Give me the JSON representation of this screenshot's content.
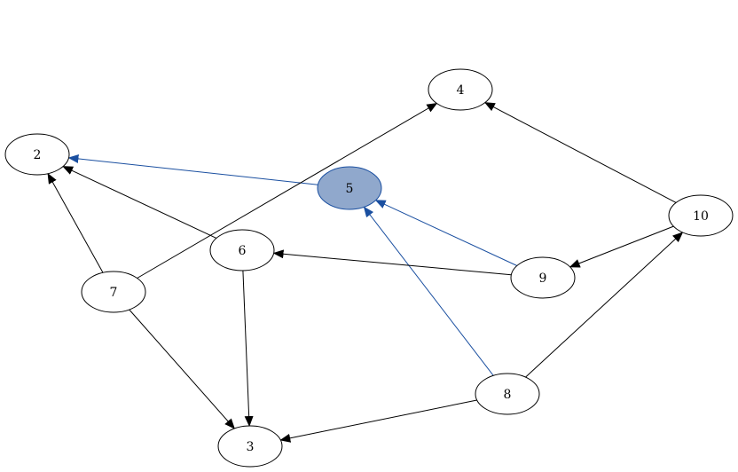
{
  "graph": {
    "colors": {
      "node_fill": "#ffffff",
      "node_stroke": "#000000",
      "highlight_fill": "#90a8cc",
      "highlight_stroke": "#1a4fa0",
      "edge_default": "#000000",
      "edge_highlight": "#1a4fa0",
      "label": "#000000"
    },
    "highlighted_node": "5",
    "nodes": [
      {
        "id": "2",
        "label": "2"
      },
      {
        "id": "3",
        "label": "3"
      },
      {
        "id": "4",
        "label": "4"
      },
      {
        "id": "5",
        "label": "5"
      },
      {
        "id": "6",
        "label": "6"
      },
      {
        "id": "7",
        "label": "7"
      },
      {
        "id": "8",
        "label": "8"
      },
      {
        "id": "9",
        "label": "9"
      },
      {
        "id": "10",
        "label": "10"
      }
    ],
    "edges": [
      {
        "from": "5",
        "to": "2",
        "highlight": true
      },
      {
        "from": "9",
        "to": "5",
        "highlight": true
      },
      {
        "from": "8",
        "to": "5",
        "highlight": true
      },
      {
        "from": "6",
        "to": "2",
        "highlight": false
      },
      {
        "from": "7",
        "to": "2",
        "highlight": false
      },
      {
        "from": "7",
        "to": "4",
        "highlight": false
      },
      {
        "from": "7",
        "to": "3",
        "highlight": false
      },
      {
        "from": "6",
        "to": "3",
        "highlight": false
      },
      {
        "from": "9",
        "to": "6",
        "highlight": false
      },
      {
        "from": "10",
        "to": "4",
        "highlight": false
      },
      {
        "from": "10",
        "to": "9",
        "highlight": false
      },
      {
        "from": "8",
        "to": "10",
        "highlight": false
      },
      {
        "from": "8",
        "to": "3",
        "highlight": false
      }
    ]
  }
}
